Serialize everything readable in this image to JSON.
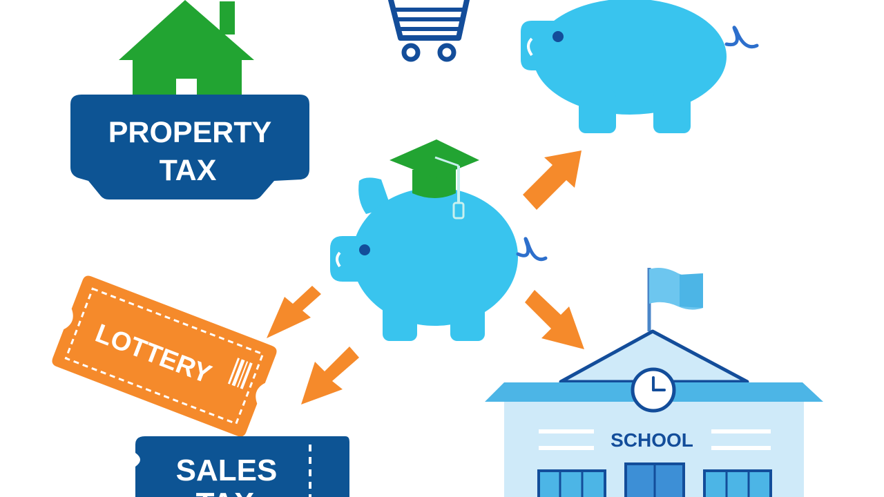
{
  "labels": {
    "property_tax_line1": "PROPERTY",
    "property_tax_line2": "TAX",
    "lottery": "LOTTERY",
    "sales_tax_line1": "SALES",
    "sales_tax_line2": "TAX",
    "school": "SCHOOL"
  },
  "colors": {
    "navy": "#0d5494",
    "green": "#22a432",
    "pig_blue": "#39c4ee",
    "orange": "#f58a2b",
    "school_light": "#cfeaf9",
    "school_mid": "#4cb5e6",
    "cart_blue": "#134d9a"
  },
  "icons": [
    "house-icon",
    "shopping-cart-icon",
    "piggy-bank-icon",
    "graduation-cap-icon",
    "arrow-icon",
    "ticket-icon",
    "school-building-icon",
    "clock-icon",
    "flag-icon"
  ]
}
